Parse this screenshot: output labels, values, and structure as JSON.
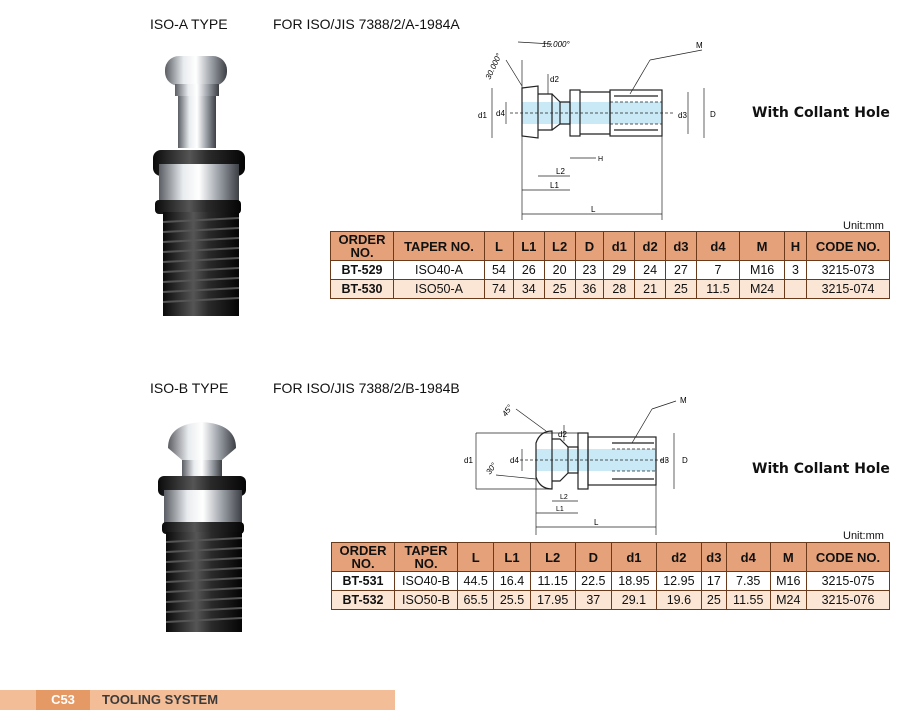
{
  "sectionA": {
    "type_label": "ISO-A TYPE",
    "standard_label": "FOR ISO/JIS 7388/2/A-1984A",
    "callout": "With Collant Hole",
    "unit": "Unit:mm",
    "drawing_labels": {
      "angle1": "15.000°",
      "angle2": "30.000°",
      "M": "M",
      "D": "D",
      "d1": "d1",
      "d2": "d2",
      "d3": "d3",
      "d4": "d4",
      "H": "H",
      "L": "L",
      "L1": "L1",
      "L2": "L2"
    },
    "table": {
      "headers": [
        "ORDER NO.",
        "TAPER NO.",
        "L",
        "L1",
        "L2",
        "D",
        "d1",
        "d2",
        "d3",
        "d4",
        "M",
        "H",
        "CODE NO."
      ],
      "rows": [
        [
          "BT-529",
          "ISO40-A",
          "54",
          "26",
          "20",
          "23",
          "29",
          "24",
          "27",
          "7",
          "M16",
          "3",
          "3215-073"
        ],
        [
          "BT-530",
          "ISO50-A",
          "74",
          "34",
          "25",
          "36",
          "28",
          "21",
          "25",
          "11.5",
          "M24",
          "",
          "3215-074"
        ]
      ]
    }
  },
  "sectionB": {
    "type_label": "ISO-B TYPE",
    "standard_label": "FOR ISO/JIS 7388/2/B-1984B",
    "callout": "With Collant Hole",
    "unit": "Unit:mm",
    "drawing_labels": {
      "angle1": "45°",
      "angle2": "30°",
      "M": "M",
      "D": "D",
      "d1": "d1",
      "d2": "d2",
      "d3": "d3",
      "d4": "d4",
      "L": "L",
      "L1": "L1",
      "L2": "L2"
    },
    "table": {
      "headers": [
        "ORDER NO.",
        "TAPER NO.",
        "L",
        "L1",
        "L2",
        "D",
        "d1",
        "d2",
        "d3",
        "d4",
        "M",
        "CODE NO."
      ],
      "rows": [
        [
          "BT-531",
          "ISO40-B",
          "44.5",
          "16.4",
          "11.15",
          "22.5",
          "18.95",
          "12.95",
          "17",
          "7.35",
          "M16",
          "3215-075"
        ],
        [
          "BT-532",
          "ISO50-B",
          "65.5",
          "25.5",
          "17.95",
          "37",
          "29.1",
          "19.6",
          "25",
          "11.55",
          "M24",
          "3215-076"
        ]
      ]
    }
  },
  "footer": {
    "page": "C53",
    "title": "TOOLING SYSTEM"
  },
  "colors": {
    "header_bg": "#e5a27a",
    "row_alt_bg": "#fbe6d6",
    "footer_accent": "#e59a66",
    "footer_bar": "#f3bd97",
    "coolant_blue": "#c9e9f7"
  }
}
